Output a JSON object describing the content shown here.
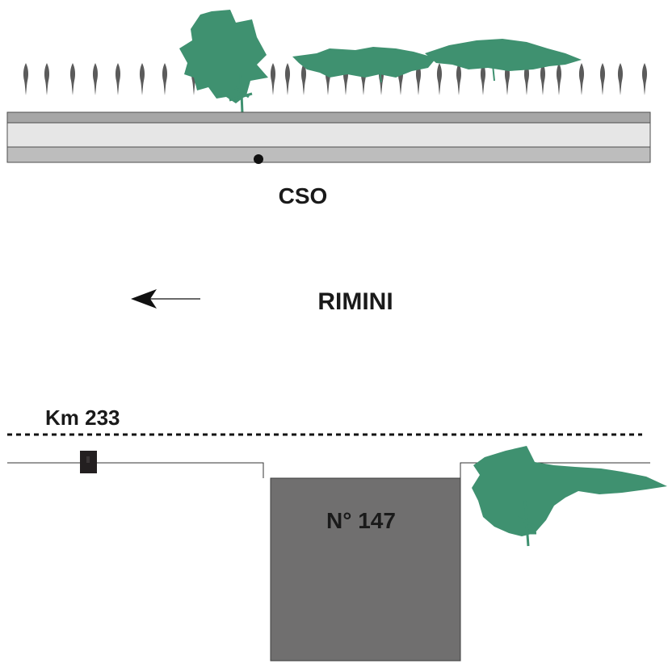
{
  "labels": {
    "cso": "CSO",
    "direction": "RIMINI",
    "km": "Km 233",
    "building": "N° 147"
  },
  "colors": {
    "tree": "#3f9170",
    "road_edge": "#a6a6a6",
    "road_center": "#e6e6e6",
    "building": "#706f6f",
    "post": "#231f20",
    "cypress": "#5b5b5b",
    "text": "#1a1a1a"
  },
  "icons": {
    "direction_arrow": "arrow-left-icon",
    "cso_marker": "dot-marker-icon",
    "km_marker": "signpost-icon",
    "vegetation": "tree-icon"
  }
}
